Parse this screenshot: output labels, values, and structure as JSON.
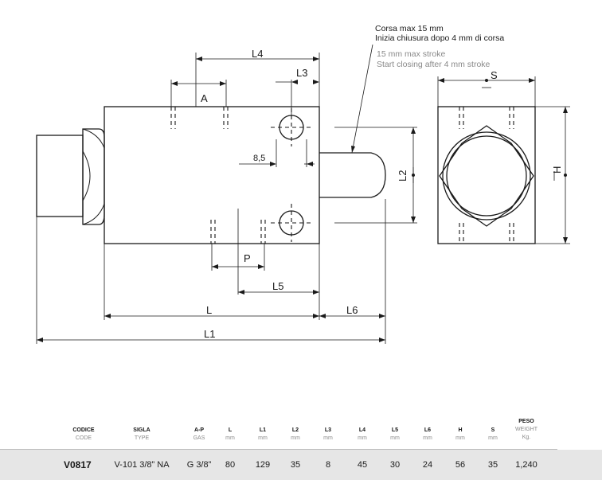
{
  "drawing": {
    "note_it_1": "Corsa max 15 mm",
    "note_it_2": "Inizia chiusura dopo 4 mm di corsa",
    "note_en_1": "15 mm max stroke",
    "note_en_2": "Start closing after 4 mm stroke",
    "dims": {
      "A": "A",
      "P": "P",
      "L": "L",
      "L1": "L1",
      "L2": "L2",
      "L3": "L3",
      "L4": "L4",
      "L5": "L5",
      "L6": "L6",
      "H": "H",
      "S": "S",
      "hole": "8,5"
    }
  },
  "table": {
    "headers": [
      {
        "top": "",
        "it": "CODICE",
        "en": "CODE"
      },
      {
        "top": "",
        "it": "SIGLA",
        "en": "TYPE"
      },
      {
        "top": "",
        "it": "A-P",
        "en": "GAS"
      },
      {
        "top": "",
        "it": "L",
        "en": "mm"
      },
      {
        "top": "",
        "it": "L1",
        "en": "mm"
      },
      {
        "top": "",
        "it": "L2",
        "en": "mm"
      },
      {
        "top": "",
        "it": "L3",
        "en": "mm"
      },
      {
        "top": "",
        "it": "L4",
        "en": "mm"
      },
      {
        "top": "",
        "it": "L5",
        "en": "mm"
      },
      {
        "top": "",
        "it": "L6",
        "en": "mm"
      },
      {
        "top": "",
        "it": "H",
        "en": "mm"
      },
      {
        "top": "",
        "it": "S",
        "en": "mm"
      },
      {
        "top": "PESO",
        "it": "WEIGHT",
        "en": "Kg."
      }
    ],
    "row": [
      "V0817",
      "V-101 3/8” NA",
      "G 3/8”",
      "80",
      "129",
      "35",
      "8",
      "45",
      "30",
      "24",
      "56",
      "35",
      "1,240"
    ]
  }
}
